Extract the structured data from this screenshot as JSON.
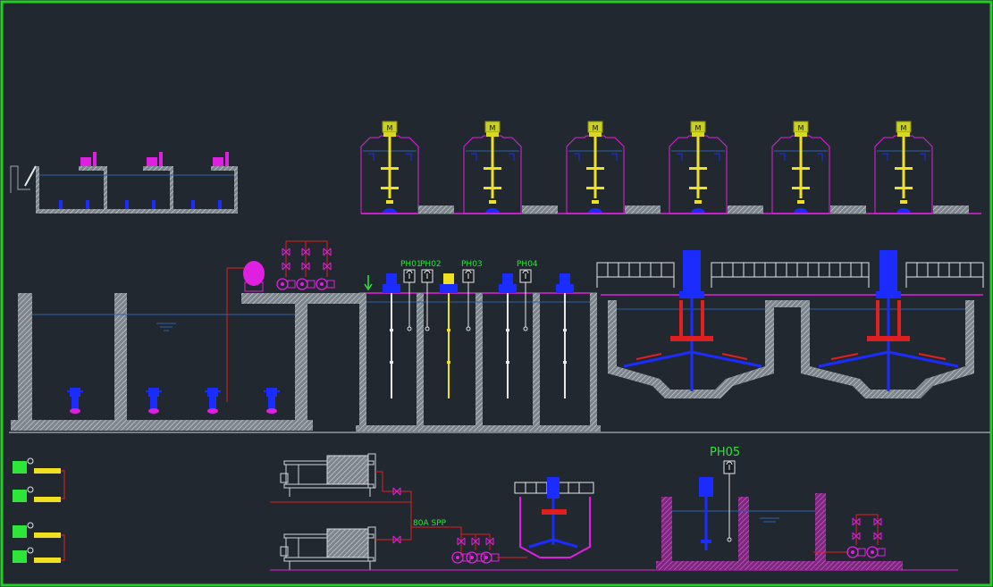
{
  "drawing": {
    "background": "#212830",
    "frame_color": "#1fd11f",
    "colors": {
      "structure": "#9aa2aa",
      "hatch": "#c8ced4",
      "magenta": "#e020e0",
      "blue": "#1a2cff",
      "yellow": "#f0e020",
      "green": "#2ee63a",
      "red": "#e02020",
      "white": "#e8e8e8",
      "water": "#2b5fa8"
    }
  },
  "labels": {
    "ph01": "PH01",
    "ph02": "PH02",
    "ph03": "PH03",
    "ph04": "PH04",
    "ph05": "PH05",
    "pump": "80A  SPP",
    "motor": "M"
  },
  "icons": [
    "mixer-motor-icon",
    "ph-meter-icon",
    "centrifugal-pump-icon",
    "valve-icon",
    "filter-press-icon",
    "agitator-icon",
    "flow-arrow-icon"
  ]
}
